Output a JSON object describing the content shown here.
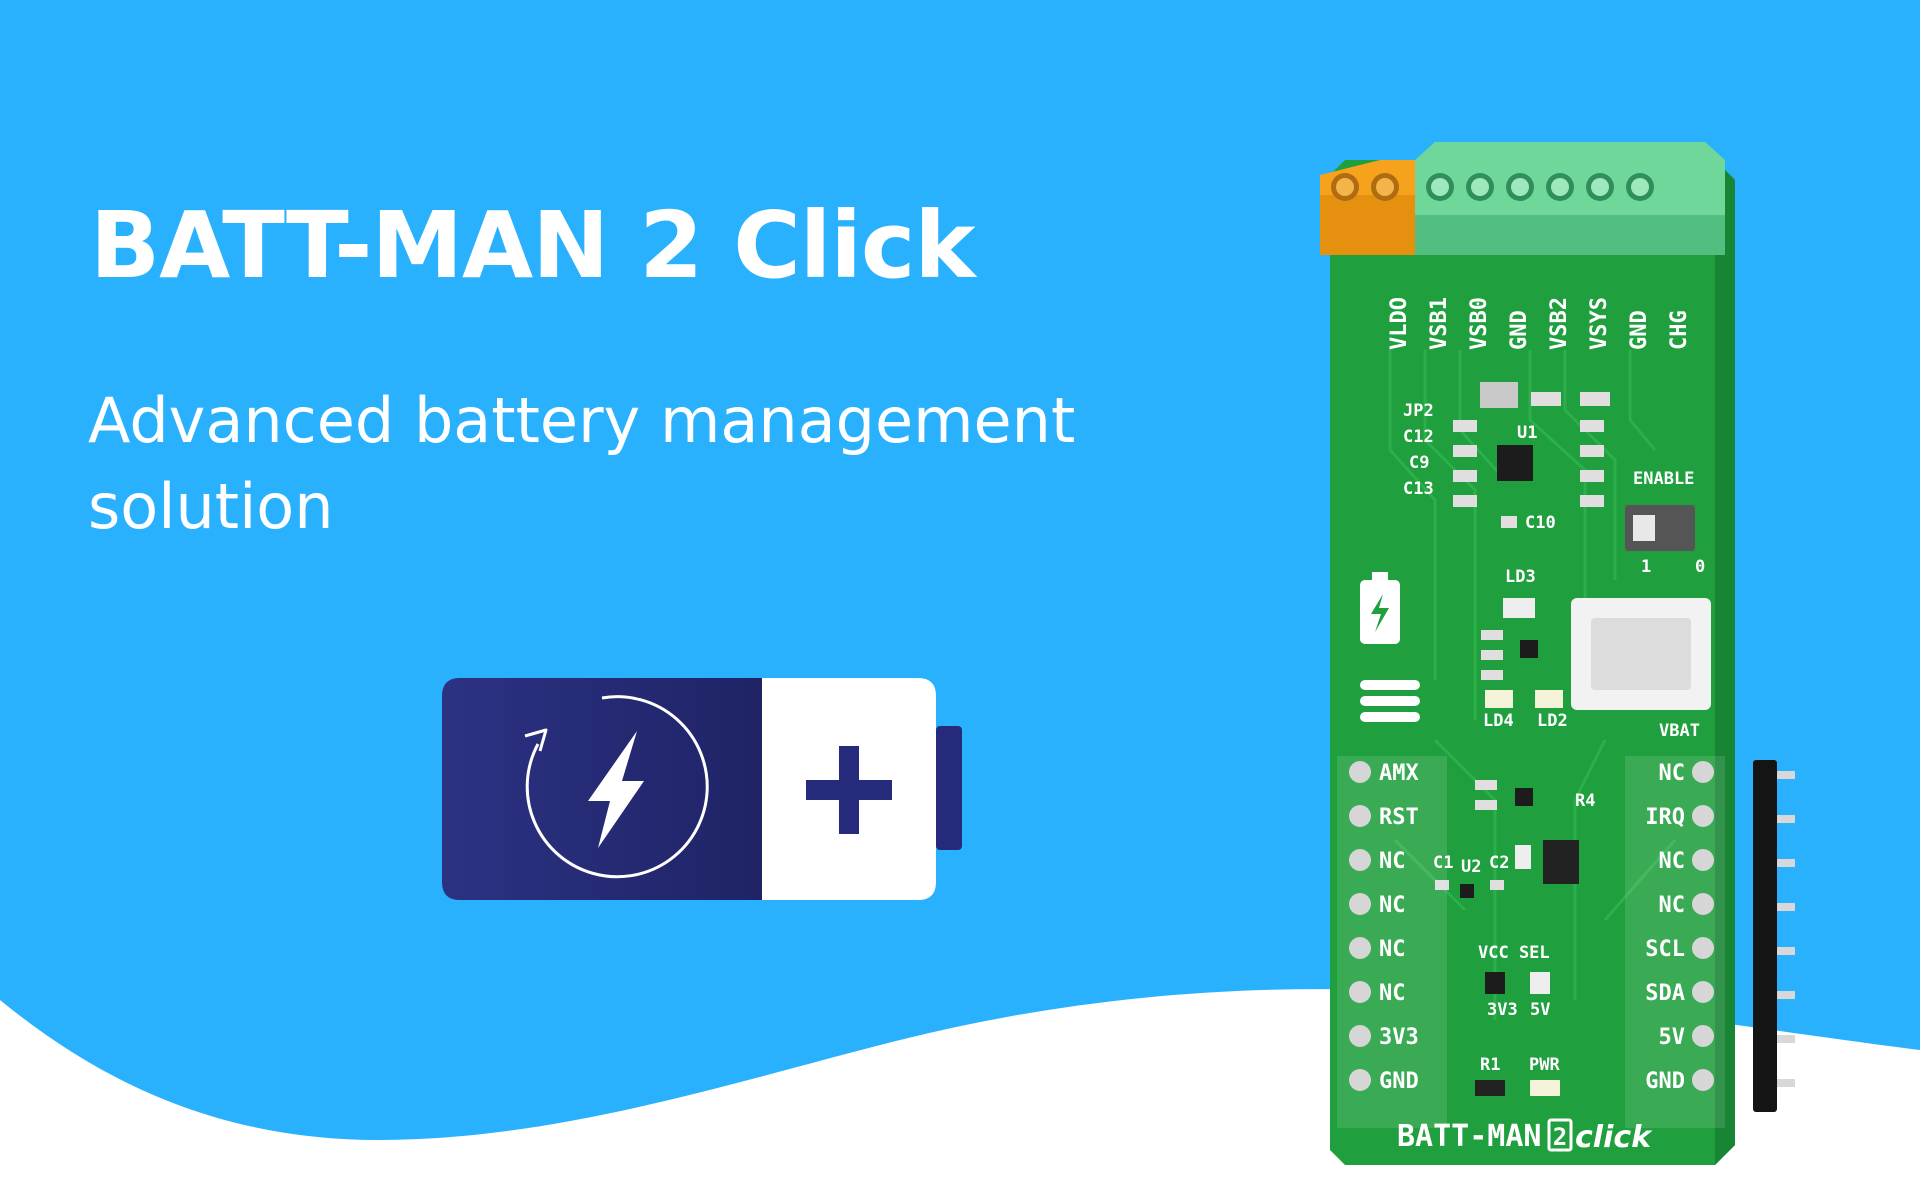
{
  "title": "BATT-MAN 2 Click",
  "subtitle_lines": [
    "Advanced battery management",
    "solution"
  ],
  "colors": {
    "background": "#29b1fe",
    "wave": "#ffffff",
    "battery_dark": "#252b7a",
    "board_green": "#1f9f3e",
    "terminal_orange": "#f6a21c",
    "terminal_green": "#6fd79a"
  },
  "board": {
    "top_pins": [
      "VLDO",
      "VSB1",
      "VSB0",
      "GND",
      "VSB2",
      "VSYS",
      "GND",
      "CHG"
    ],
    "left_pins": [
      "AMX",
      "RST",
      "NC",
      "NC",
      "NC",
      "NC",
      "3V3",
      "GND"
    ],
    "right_pins": [
      "NC",
      "IRQ",
      "NC",
      "NC",
      "SCL",
      "SDA",
      "5V",
      "GND"
    ],
    "labels": {
      "jp2": "JP2",
      "c12": "C12",
      "c9": "C9",
      "c13": "C13",
      "u1": "U1",
      "c10": "C10",
      "enable": "ENABLE",
      "switch_1": "1",
      "switch_0": "0",
      "ld3": "LD3",
      "ld4": "LD4",
      "ld2": "LD2",
      "vbat": "VBAT",
      "r4": "R4",
      "c1": "C1",
      "u2": "U2",
      "c2": "C2",
      "vcc_sel": "VCC SEL",
      "v3v3": "3V3",
      "v5": "5V",
      "r1": "R1",
      "pwr": "PWR"
    },
    "product_name": "BATT-MAN",
    "product_number": "2",
    "product_suffix": "click"
  }
}
